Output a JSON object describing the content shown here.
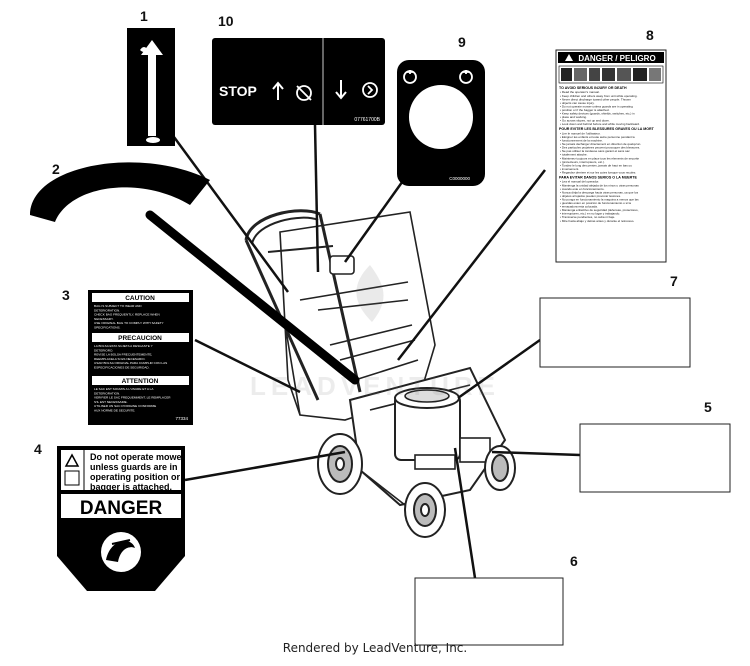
{
  "callouts": [
    "1",
    "2",
    "3",
    "4",
    "5",
    "6",
    "7",
    "8",
    "9",
    "10"
  ],
  "label10": {
    "stop": "STOP",
    "part_no": "07761700B"
  },
  "label9": {
    "part_no": "C0000000"
  },
  "label3": {
    "caution": "CAUTION",
    "caution_lines": [
      "BAG IS SUBJECT TO WEAR AND",
      "DETERIORATION.",
      "CHECK BAG FREQUENTLY, REPLACE WHEN",
      "NECESSARY.",
      "USE ORIGINAL BAG TO COMPLY WITH SAFETY",
      "SPECIFICATIONS."
    ],
    "precaucion": "PRECAUCION",
    "precaucion_lines": [
      "LA BOLSA ESTA SUJETA A DESGASTE Y",
      "DETERIORO.",
      "REVISE LA BOLSA FRECUENTEMENTE,",
      "REEMPLACELA SI ES NECESARIO.",
      "USAR BOLSA ORIGINAL PARA CUMPLIR CON LAS",
      "ESPECIFICACIONES DE SEGURIDAD."
    ],
    "attention": "ATTENTION",
    "attention_lines": [
      "LE SAC EST SOUMIS A L'USURE ET A LA",
      "DETERIORATION.",
      "VERIFIER LE SAC FREQUEMMENT, LE REMPLACER",
      "S'IL EST NECESSAIRE.",
      "UTILISER UN SAC D'ORIGINE CONFORME",
      "AUX NORME DE SECURITE."
    ],
    "part_no": "77334"
  },
  "label4": {
    "line1": "Do not operate mower",
    "line2": "unless guards are in",
    "line3": "operating position or",
    "line4": "bagger is attached.",
    "danger": "DANGER"
  },
  "label8": {
    "header": "DANGER / PELIGRO",
    "sec1_title": "TO AVOID SERIOUS INJURY OR DEATH",
    "sec1_lines": [
      "Read the operator's manual.",
      "Keep children and others away from unit while operating.",
      "Never direct discharge toward other people. Thrown",
      "objects can cause injury.",
      "Do not operate mower unless guards are in operating",
      "position or if the bagger is attached.",
      "Keep safety devices (guards, shields, switches, etc.) in",
      "place and working.",
      "Go across slopes, not up and down.",
      "Look down and behind before and while moving backward."
    ],
    "sec2_title": "POUR EVITER LES BLESSURES GRAVES OU LA MORT",
    "sec2_lines": [
      "Lire le manuel de l'utilisateur.",
      "Eloigner les enfants et toute autre personne pendant le",
      "fonctionnement de la machine.",
      "Ne jamais decharger directement en direction de quelqu'un.",
      "Des particules projetees peuvent provoquer des blessures.",
      "Ne pas utiliser la tondeuse sans garant et sans sac",
      "totalement attache.",
      "Maintenez toujours en place tous les elements de securite",
      "(protecteurs, interrupteurs, etc.).",
      "Tondez le long des pentes, jamais de haut en bas ou",
      "inversement.",
      "Regardez derriere et sur les cotes lorsque vous reculez."
    ],
    "sec3_title": "PARA EVITAR DANOS SERIOS O LA MUERTE",
    "sec3_lines": [
      "Lea el manual del operador.",
      "Mantenga la unidad alejada de los ninos u otras personas",
      "cuando este en funcionamiento.",
      "Nunca dirija la descarga hacia otras personas, ya que los",
      "objetos arrojados pueden provocar lesiones.",
      "No ponga en funcionamiento la maquina a menos que las",
      "guardas esten en posicion de funcionamiento o si la",
      "ensacadora esta colocada.",
      "Mantenga enfacitivo de seguridad (defensas, protectores,",
      "interruptores, etc.) en su lugar y trabajando.",
      "Transverse pendientes, no suba ni baje.",
      "Mire hacia abajo y detras antes y durante el retroceso."
    ]
  },
  "watermark": "LEADVENTURE",
  "footer": "Rendered by LeadVenture, Inc."
}
